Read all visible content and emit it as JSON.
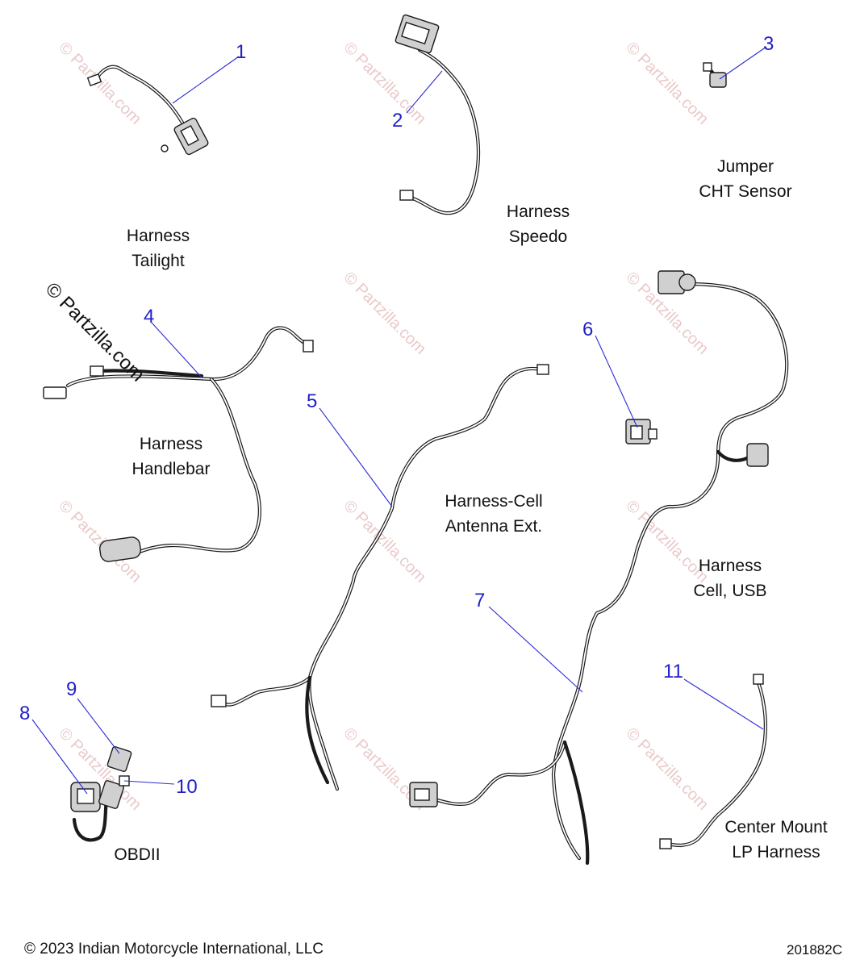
{
  "watermark": {
    "text": "© Partzilla.com",
    "color": "#e2b8b8",
    "prominent_text": "© Partzilla.com"
  },
  "callout_color": "#1f1fc8",
  "callouts": [
    "1",
    "2",
    "3",
    "4",
    "5",
    "6",
    "7",
    "8",
    "9",
    "10",
    "11"
  ],
  "parts": [
    {
      "lines": [
        "Harness",
        "Tailight"
      ]
    },
    {
      "lines": [
        "Harness",
        "Speedo"
      ]
    },
    {
      "lines": [
        "Jumper",
        "CHT Sensor"
      ]
    },
    {
      "lines": [
        "Harness",
        "Handlebar"
      ]
    },
    {
      "lines": [
        "Harness-Cell",
        "Antenna Ext."
      ]
    },
    {
      "lines": [
        "Harness",
        "Cell, USB"
      ]
    },
    {
      "lines": [
        "Center Mount",
        "LP Harness"
      ]
    },
    {
      "lines": [
        "OBDII"
      ]
    }
  ],
  "footer": {
    "copyright": "© 2023 Indian Motorcycle International, LLC",
    "diagram_id": "201882C"
  }
}
